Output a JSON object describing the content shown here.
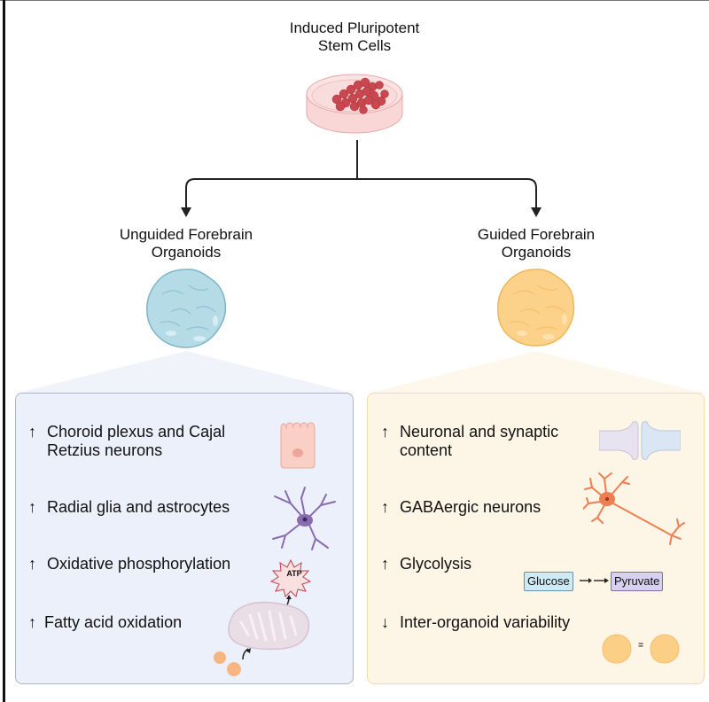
{
  "title": {
    "line1": "Induced Pluripotent",
    "line2": "Stem Cells"
  },
  "branches": {
    "left": {
      "line1": "Unguided Forebrain",
      "line2": "Organoids",
      "color": "#a9d3e0"
    },
    "right": {
      "line1": "Guided Forebrain",
      "line2": "Organoids",
      "color": "#fbcf82"
    }
  },
  "left_panel": {
    "items": [
      {
        "arrow": "↑",
        "line1": "Choroid plexus and Cajal",
        "line2": "Retzius neurons"
      },
      {
        "arrow": "↑",
        "line1": "Radial glia and astrocytes"
      },
      {
        "arrow": "↑",
        "line1": "Oxidative phosphorylation"
      },
      {
        "arrow": "↑",
        "line1": "Fatty acid oxidation"
      }
    ],
    "atp_label": "ATP"
  },
  "right_panel": {
    "items": [
      {
        "arrow": "↑",
        "line1": "Neuronal and synaptic",
        "line2": "content"
      },
      {
        "arrow": "↑",
        "line1": "GABAergic neurons"
      },
      {
        "arrow": "↑",
        "line1": "Glycolysis"
      },
      {
        "arrow": "↓",
        "line1": "Inter-organoid variability"
      }
    ],
    "glucose_label": "Glucose",
    "pyruvate_label": "Pyruvate",
    "equals_label": "="
  },
  "colors": {
    "left_panel_bg": "#ecf0fb",
    "right_panel_bg": "#fdf5e6",
    "glucose_box": "#cfeaf5",
    "pyruvate_box": "#d7d0ee",
    "dish": "#f6c9c9",
    "cells": "#c9474f"
  }
}
